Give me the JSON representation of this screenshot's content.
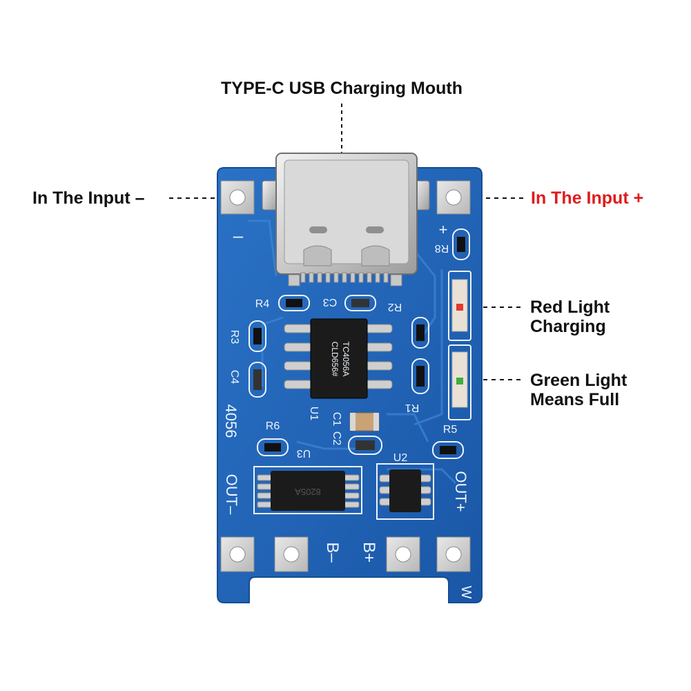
{
  "callouts": {
    "usb": "TYPE-C USB Charging Mouth",
    "input_neg": "In The Input –",
    "input_pos": "In The Input +",
    "red_light": [
      "Red Light",
      "Charging"
    ],
    "green_light": [
      "Green Light",
      "Means Full"
    ]
  },
  "silkscreen": {
    "minus": "–",
    "plus": "+",
    "r8": "R8",
    "r4": "R4",
    "c3": "C3",
    "r2": "R2",
    "r3": "R3",
    "c4": "C4",
    "u1": "U1",
    "c1": "C1",
    "c2": "C2",
    "r1": "R1",
    "r5": "R5",
    "r6": "R6",
    "u3": "U3",
    "u2": "U2",
    "model": "4056",
    "out_minus": "OUT–",
    "out_plus": "OUT+",
    "b_minus": "B–",
    "b_plus": "B+",
    "w": "W",
    "chip_u1_line1": "TC4056A",
    "chip_u1_line2": "CLD656#",
    "chip_u3": "8205A"
  },
  "colors": {
    "text": "#111111",
    "highlight": "#e01b1b",
    "pcb": "#1f63b8",
    "silkscreen": "#eef4fb",
    "red_led": "#e53a2e",
    "green_led": "#3fae3a"
  }
}
